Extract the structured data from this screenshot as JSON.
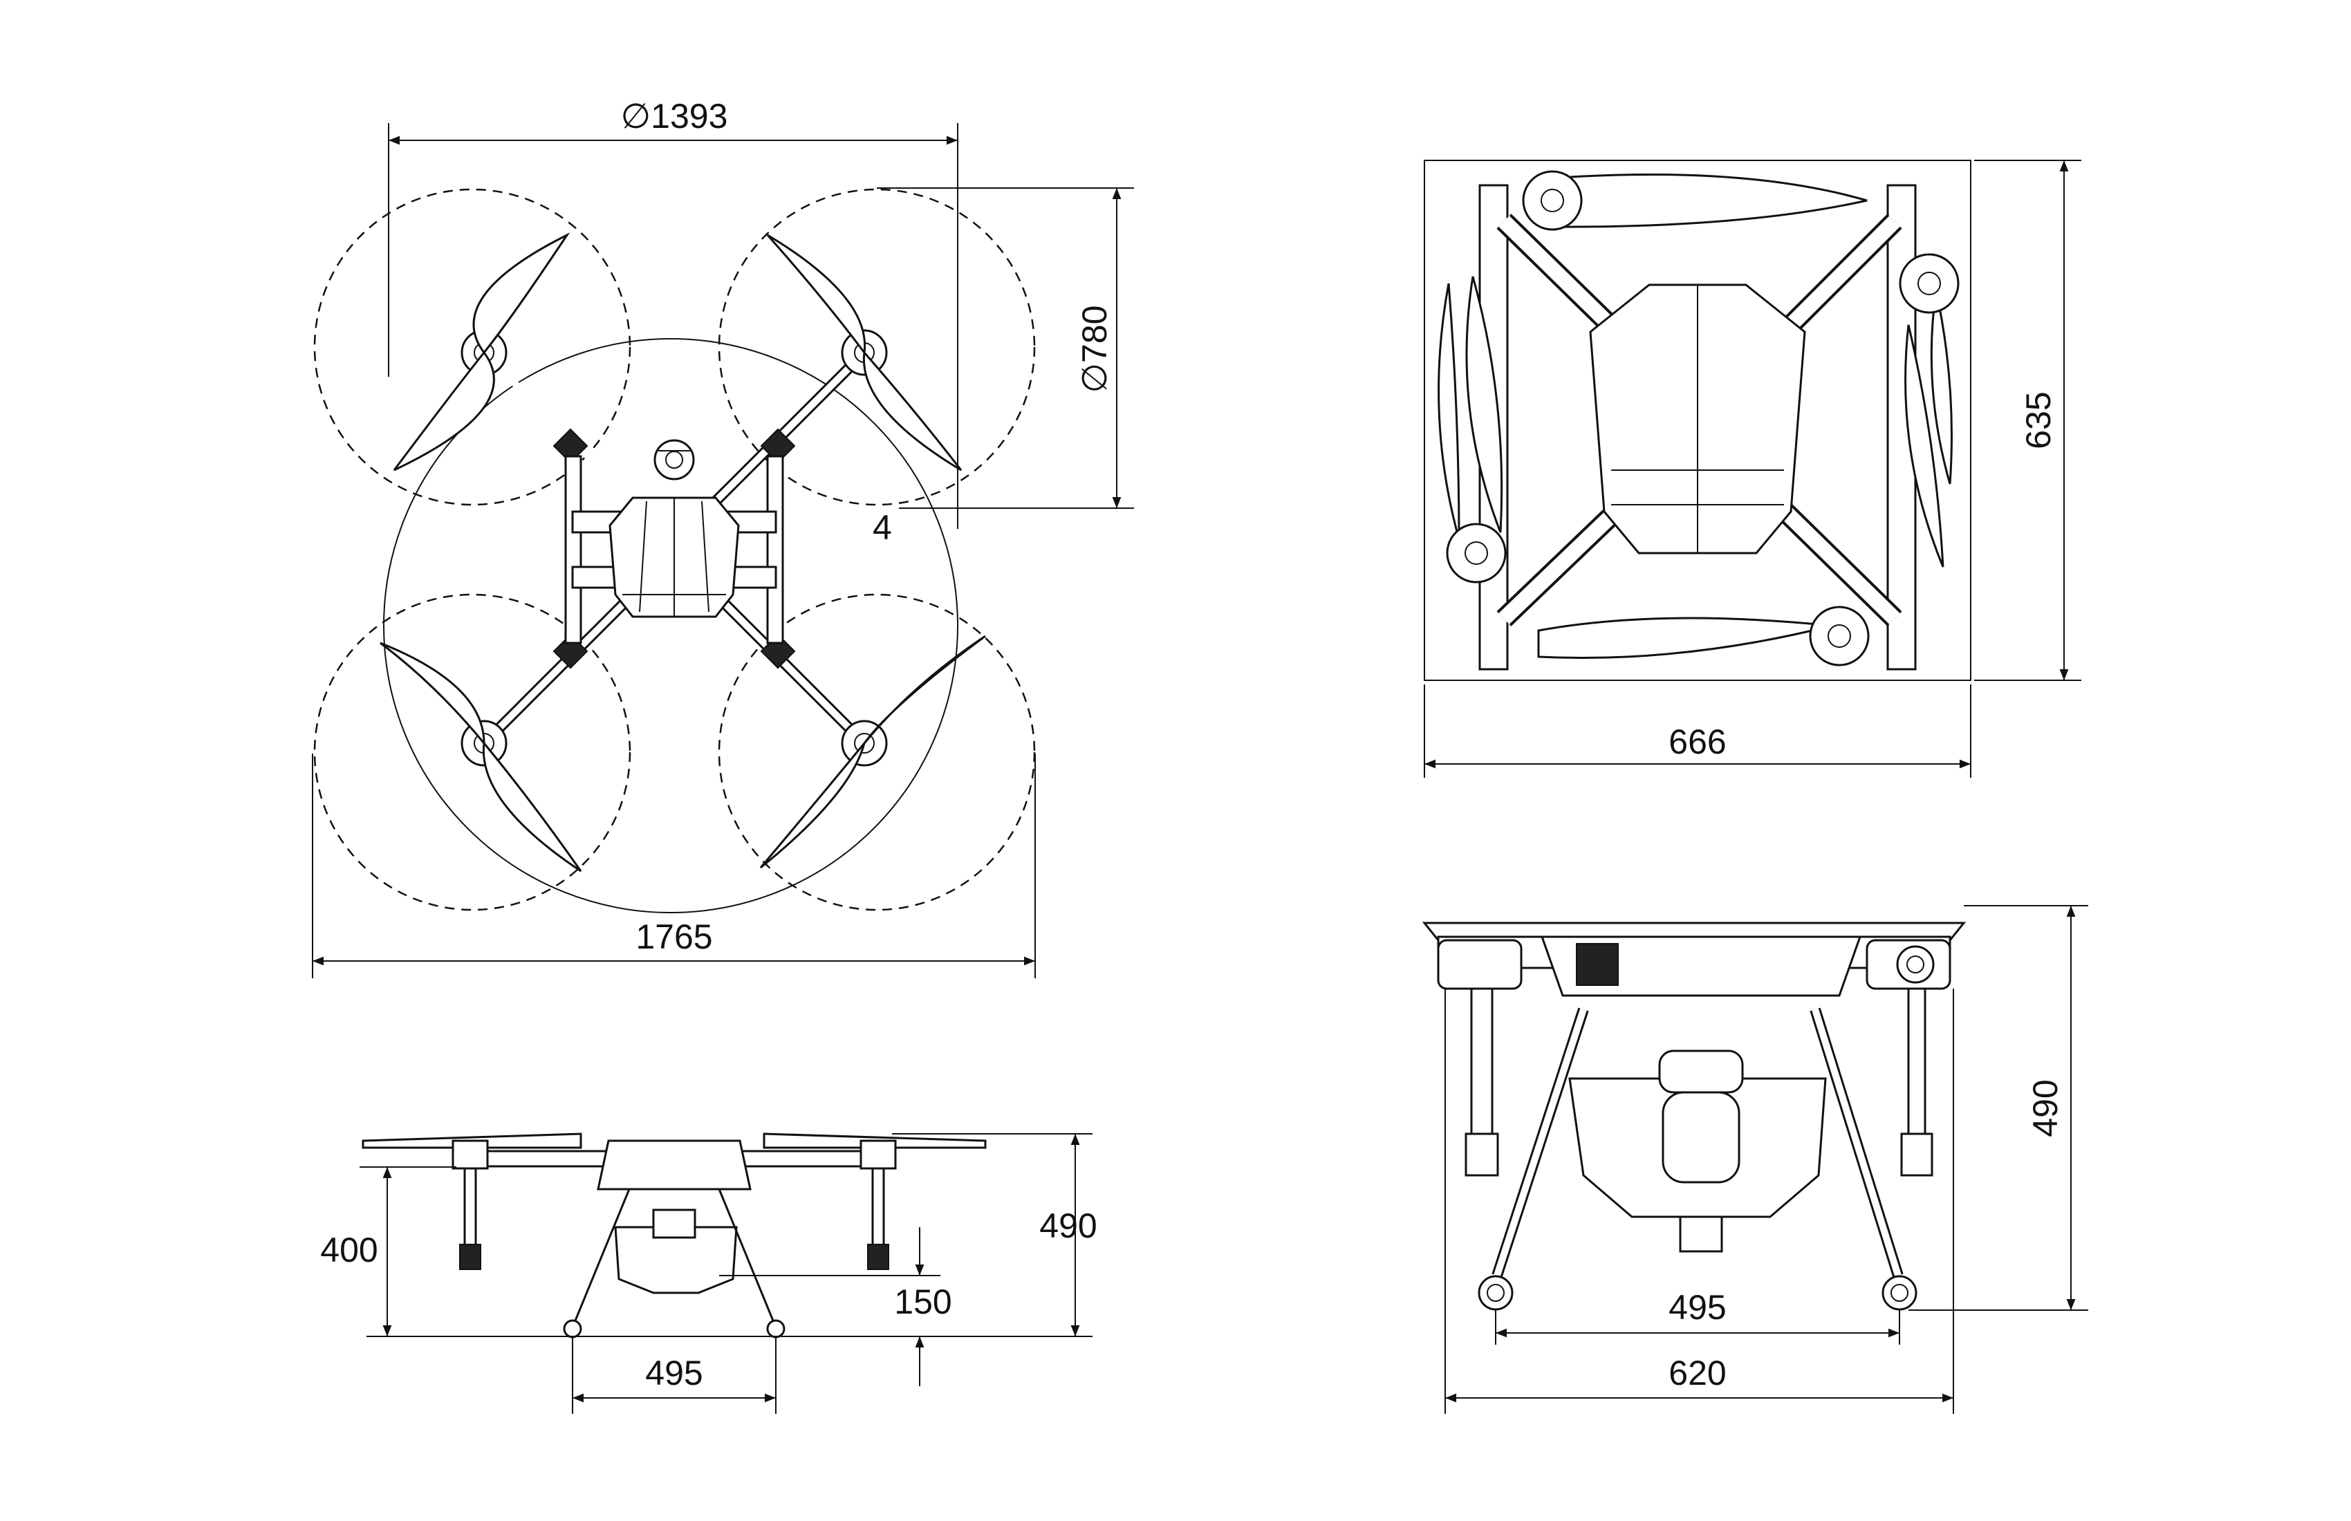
{
  "dimensions": {
    "top_view": {
      "rotor_circle_diameter": "∅1393",
      "propeller_diameter": "∅780",
      "overall_width": "1765",
      "callout": "4"
    },
    "folded_view": {
      "width": "666",
      "height": "635"
    },
    "side_view": {
      "height_to_arm": "400",
      "overall_height": "490",
      "ground_clearance": "150",
      "leg_spacing": "495"
    },
    "front_view": {
      "overall_height": "490",
      "leg_spacing": "495",
      "overall_width": "620"
    }
  }
}
